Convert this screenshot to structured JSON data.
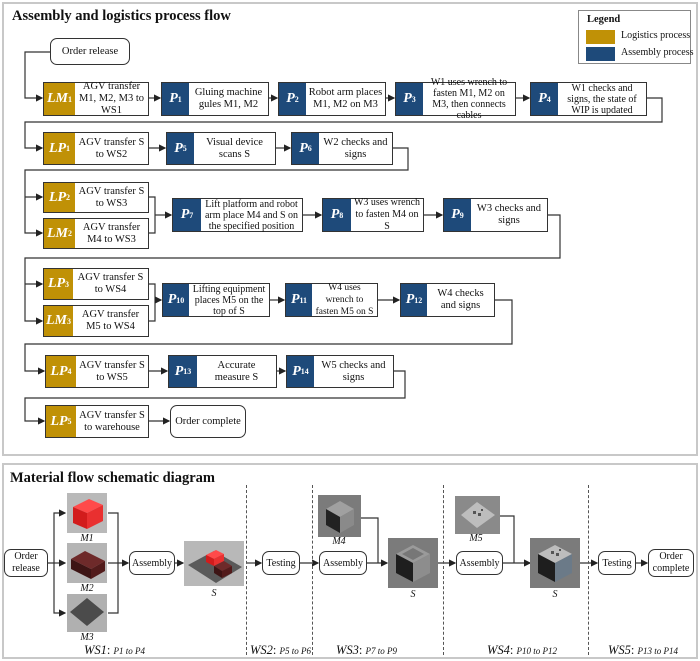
{
  "top_panel": {
    "title": "Assembly and logistics process flow",
    "legend": {
      "title": "Legend",
      "items": [
        {
          "label": "Logistics process",
          "color": "#c09106"
        },
        {
          "label": "Assembly process",
          "color": "#1e4a7a"
        }
      ]
    },
    "start": "Order release",
    "end": "Order complete",
    "nodes": {
      "LM1": {
        "tag": "LM",
        "sub": "1",
        "type": "logistics",
        "text": "AGV transfer M1, M2, M3 to WS1"
      },
      "P1": {
        "tag": "P",
        "sub": "1",
        "type": "assembly",
        "text": "Gluing machine gules M1, M2"
      },
      "P2": {
        "tag": "P",
        "sub": "2",
        "type": "assembly",
        "text": "Robot arm places M1, M2 on M3"
      },
      "P3": {
        "tag": "P",
        "sub": "3",
        "type": "assembly",
        "text": "W1 uses wrench to fasten M1, M2 on M3, then connects cables"
      },
      "P4": {
        "tag": "P",
        "sub": "4",
        "type": "assembly",
        "text": "W1 checks and signs, the state of WIP is updated"
      },
      "LP1": {
        "tag": "LP",
        "sub": "1",
        "type": "logistics",
        "text": "AGV transfer S to WS2"
      },
      "P5": {
        "tag": "P",
        "sub": "5",
        "type": "assembly",
        "text": "Visual device scans S"
      },
      "P6": {
        "tag": "P",
        "sub": "6",
        "type": "assembly",
        "text": "W2 checks and signs"
      },
      "LP2": {
        "tag": "LP",
        "sub": "2",
        "type": "logistics",
        "text": "AGV transfer S to WS3"
      },
      "LM2": {
        "tag": "LM",
        "sub": "2",
        "type": "logistics",
        "text": "AGV transfer M4 to WS3"
      },
      "P7": {
        "tag": "P",
        "sub": "7",
        "type": "assembly",
        "text": "Lift platform and robot arm place M4 and S on the specified position"
      },
      "P8": {
        "tag": "P",
        "sub": "8",
        "type": "assembly",
        "text": "W3 uses wrench to fasten M4 on S"
      },
      "P9": {
        "tag": "P",
        "sub": "9",
        "type": "assembly",
        "text": "W3 checks and signs"
      },
      "LP3": {
        "tag": "LP",
        "sub": "3",
        "type": "logistics",
        "text": "AGV transfer S to WS4"
      },
      "LM3": {
        "tag": "LM",
        "sub": "3",
        "type": "logistics",
        "text": "AGV transfer M5 to WS4"
      },
      "P10": {
        "tag": "P",
        "sub": "10",
        "type": "assembly",
        "text": "Lifting equipment places M5 on the top of S"
      },
      "P11": {
        "tag": "P",
        "sub": "11",
        "type": "assembly",
        "text": "W4 uses wrench to fasten M5 on S"
      },
      "P12": {
        "tag": "P",
        "sub": "12",
        "type": "assembly",
        "text": "W4 checks and signs"
      },
      "LP4": {
        "tag": "LP",
        "sub": "4",
        "type": "logistics",
        "text": "AGV transfer S to WS5"
      },
      "P13": {
        "tag": "P",
        "sub": "13",
        "type": "assembly",
        "text": "Accurate measure S"
      },
      "P14": {
        "tag": "P",
        "sub": "14",
        "type": "assembly",
        "text": "W5 checks and signs"
      },
      "LP5": {
        "tag": "LP",
        "sub": "5",
        "type": "logistics",
        "text": "AGV transfer S to warehouse"
      }
    }
  },
  "bottom_panel": {
    "title": "Material flow schematic diagram",
    "order_release": "Order release",
    "order_complete": "Order complete",
    "assembly_label": "Assembly",
    "testing_label": "Testing",
    "captions": {
      "m1": "M1",
      "m2": "M2",
      "m3": "M3",
      "m4": "M4",
      "m5": "M5",
      "s": "S"
    },
    "workstations": [
      {
        "ws": "WS1",
        "range": "P1 to P4"
      },
      {
        "ws": "WS2",
        "range": "P5 to P6"
      },
      {
        "ws": "WS3",
        "range": "P7 to P9"
      },
      {
        "ws": "WS4",
        "range": "P10 to P12"
      },
      {
        "ws": "WS5",
        "range": "P13 to P14"
      }
    ]
  }
}
